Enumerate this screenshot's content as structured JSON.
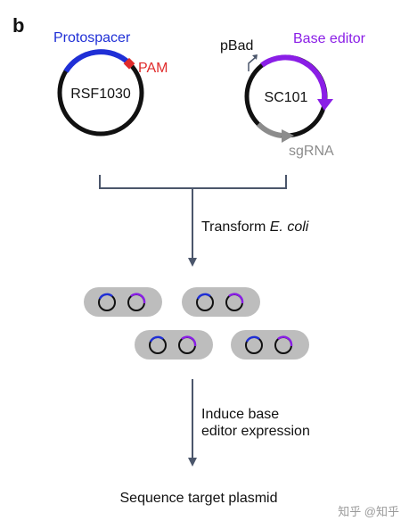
{
  "panel_label": "b",
  "plasmid1": {
    "name": "RSF1030",
    "protospacer_label": "Protospacer",
    "pam_label": "PAM"
  },
  "plasmid2": {
    "name": "SC101",
    "promoter_label": "pBad",
    "base_editor_label": "Base editor",
    "sgrna_label": "sgRNA"
  },
  "step1": {
    "text_prefix": "Transform ",
    "text_italic": "E. coli"
  },
  "step2": {
    "line1": "Induce base",
    "line2": "editor expression"
  },
  "final_step": "Sequence target plasmid",
  "cells_count": 4,
  "watermark": "知乎 @知乎",
  "colors": {
    "protospacer": "#1f2fd6",
    "pam": "#e02b2b",
    "base_editor": "#8a1ee6",
    "sgrna": "#8c8c8c",
    "plasmid": "#111111",
    "arrows": "#4b566b",
    "cell": "#bdbdbd"
  }
}
